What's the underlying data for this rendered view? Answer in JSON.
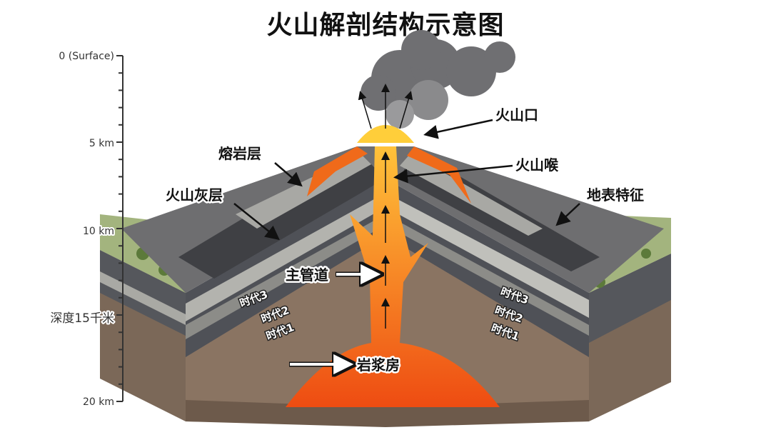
{
  "title": "火山解剖结构示意图",
  "depth_axis": {
    "labels": [
      "0 (Surface)",
      "5 km",
      "10 km",
      "深度15千米",
      "20 km"
    ]
  },
  "labels": {
    "crater": "火山口",
    "throat": "火山喉",
    "lava_layer": "熔岩层",
    "ash_layer": "火山灰层",
    "surface_features": "地表特征",
    "main_conduit": "主管道",
    "magma_chamber": "岩浆房"
  },
  "eras_left": [
    "时代3",
    "时代2",
    "时代1"
  ],
  "eras_right": [
    "时代3",
    "时代2",
    "时代1"
  ],
  "colors": {
    "lava": "#f05a1a",
    "lava_light": "#ffb020",
    "ash": "#6e6e70",
    "rock_dark": "#4a4c52",
    "rock_light": "#b7b7b2",
    "soil": "#8a7462",
    "grass": "#9fb27a"
  }
}
